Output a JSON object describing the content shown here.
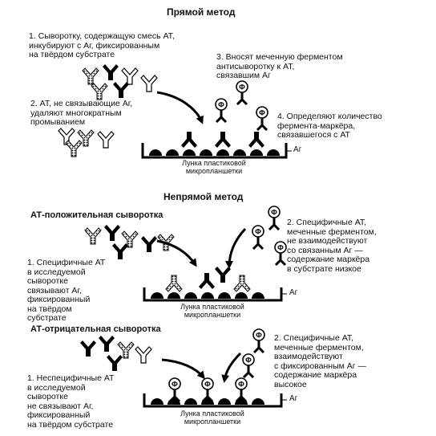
{
  "direct": {
    "title": "Прямой метод",
    "step1": "1. Сыворотку, содержащую смесь АТ,\nинкубируют с Аг, фиксированным\nна твёрдом субстрате",
    "step2": "2. АТ, не связывающие Аг,\nудаляют многократным\nпромыванием",
    "step3": "3. Вносят меченную ферментом\nантисыворотку к АТ,\nсвязавшим Аг",
    "step4": "4. Определяют количество\nфермента-маркёра,\nсвязавшегося с  АТ",
    "well_label": "Лунка пластиковой\nмикропланшетки",
    "ag_label": "Аг"
  },
  "indirect": {
    "title": "Непрямой метод",
    "positive": {
      "heading": "АТ-положительная сыворотка",
      "step1": "1. Специфичные АТ\nв исследуемой\nсыворотке\nсвязывают Аг,\nфиксированный\nна твёрдом\nсубстрате",
      "step2": "2. Специфичные АТ,\nмеченные ферментом,\nне взаимодействуют\nсо связанным Аг —\nсодержание маркёра\nв субстрате низкое",
      "well_label": "Лунка пластиковой\nмикропланшетки",
      "ag_label": "Аг"
    },
    "negative": {
      "heading": "АТ-отрицательная сыворотка",
      "step1": "1. Неспецифичные АТ\nв исследуемой\nсыворотке\nне связывают Аг,\nфиксированный\nна твёрдом субстрате",
      "step2": "2. Специфичные АТ,\nмеченные ферментом,\nвзаимодействуют\nс фиксированным Аг —\nсодержание маркёра\nвысокое",
      "well_label": "Лунка пластиковой\nмикропланшетки",
      "ag_label": "Аг"
    }
  },
  "enzyme_symbol": "Ф"
}
